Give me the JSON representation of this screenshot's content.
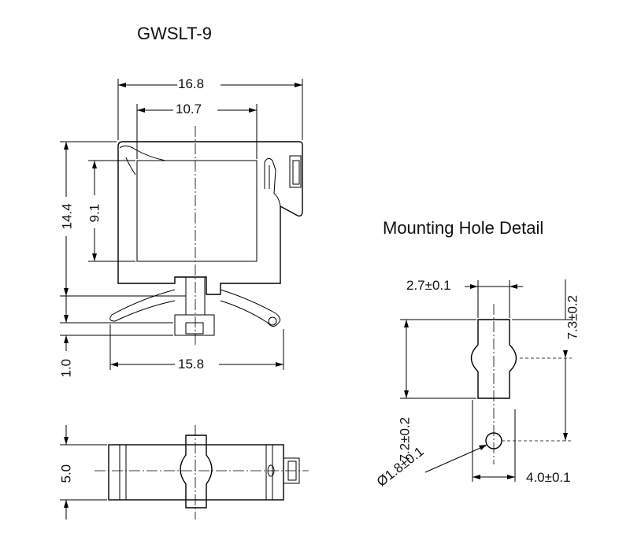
{
  "part_title": "GWSLT-9",
  "detail_title": "Mounting Hole Detail",
  "dims": {
    "overall_width": "16.8",
    "inner_width": "10.7",
    "overall_height": "14.4",
    "inner_height": "9.1",
    "base_thickness": "1.0",
    "base_width": "15.8",
    "side_depth": "5.0",
    "hole_width": "2.7±0.1",
    "hole_length": "7.3±0.2",
    "hole_spacing": "7.2±0.2",
    "hole_diameter": "Ø1.8±0.1",
    "hole_offset": "4.0±0.1"
  }
}
